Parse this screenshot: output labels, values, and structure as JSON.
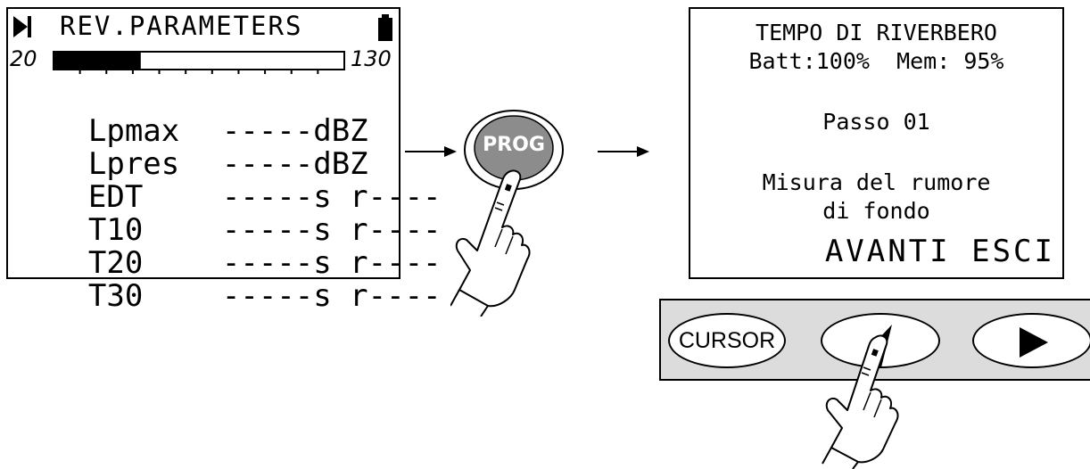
{
  "left_display": {
    "header_label": "REV.PARAMETERS",
    "scale_min": "20",
    "scale_max": "130",
    "bar_fill_fraction": 0.3,
    "rows": [
      {
        "name": "Lpmax",
        "value": "-----dBZ"
      },
      {
        "name": "Lpres",
        "value": "-----dBZ"
      },
      {
        "name": "EDT",
        "value": "-----s r----"
      },
      {
        "name": "T10",
        "value": "-----s r----"
      },
      {
        "name": "T20",
        "value": "-----s r----"
      },
      {
        "name": "T30",
        "value": "-----s r----"
      }
    ]
  },
  "prog_button": {
    "label": "PROG"
  },
  "right_display": {
    "title": "TEMPO DI RIVERBERO",
    "status": "Batt:100%  Mem: 95%",
    "step": "Passo 01",
    "message_line1": "Misura del rumore",
    "message_line2": "di fondo",
    "softkeys": "AVANTI ESCI"
  },
  "keypad": {
    "cursor_label": "CURSOR"
  },
  "colors": {
    "button_gray": "#8c8c8c",
    "panel_gray": "#dcdcdc",
    "outline": "#000000"
  }
}
